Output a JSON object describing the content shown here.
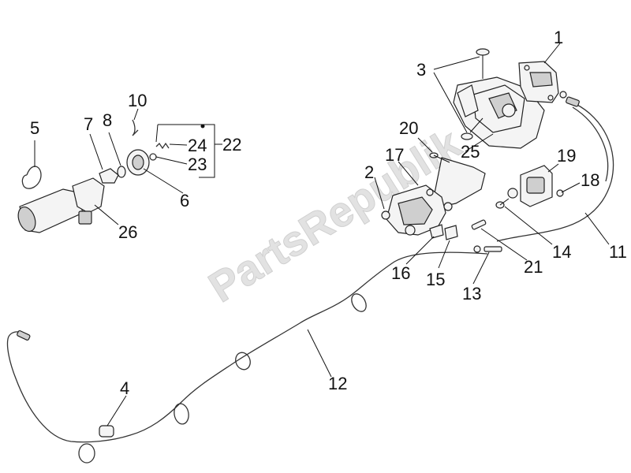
{
  "watermark": "PartsRepublik",
  "callouts": [
    {
      "id": "1",
      "label": "1"
    },
    {
      "id": "2",
      "label": "2"
    },
    {
      "id": "3",
      "label": "3"
    },
    {
      "id": "4",
      "label": "4"
    },
    {
      "id": "5",
      "label": "5"
    },
    {
      "id": "6",
      "label": "6"
    },
    {
      "id": "7",
      "label": "7"
    },
    {
      "id": "8",
      "label": "8"
    },
    {
      "id": "10",
      "label": "10"
    },
    {
      "id": "11",
      "label": "11"
    },
    {
      "id": "12",
      "label": "12"
    },
    {
      "id": "13",
      "label": "13"
    },
    {
      "id": "14",
      "label": "14"
    },
    {
      "id": "15",
      "label": "15"
    },
    {
      "id": "16",
      "label": "16"
    },
    {
      "id": "17",
      "label": "17"
    },
    {
      "id": "18",
      "label": "18"
    },
    {
      "id": "19",
      "label": "19"
    },
    {
      "id": "20",
      "label": "20"
    },
    {
      "id": "21",
      "label": "21"
    },
    {
      "id": "22",
      "label": "22"
    },
    {
      "id": "23",
      "label": "23"
    },
    {
      "id": "24",
      "label": "24"
    },
    {
      "id": "25",
      "label": "25"
    },
    {
      "id": "26",
      "label": "26"
    }
  ]
}
